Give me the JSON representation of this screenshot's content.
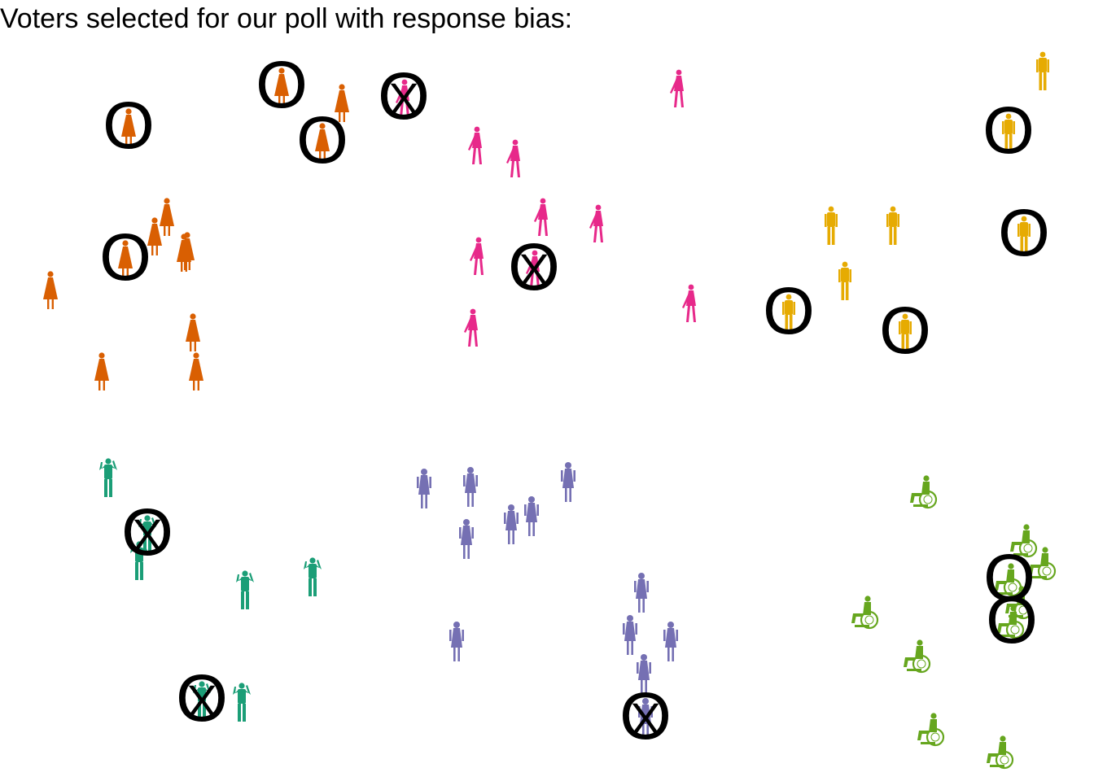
{
  "title": "Voters selected for our poll with response bias:",
  "marker_labels": {
    "responded": "O",
    "refused": "X"
  },
  "groups": [
    {
      "name": "orange-women",
      "figure": "woman-dress",
      "color": "#D95F02"
    },
    {
      "name": "magenta-walkers",
      "figure": "walking-woman",
      "color": "#E7298A"
    },
    {
      "name": "gold-standers",
      "figure": "standing-person",
      "color": "#E6AB02"
    },
    {
      "name": "teal-saluters",
      "figure": "saluting-person",
      "color": "#1B9E77"
    },
    {
      "name": "purple-women",
      "figure": "woman-standing",
      "color": "#7570B3"
    },
    {
      "name": "green-wheelchair",
      "figure": "wheelchair-user",
      "color": "#66A61E"
    }
  ],
  "people": [
    {
      "group": 0,
      "status": "responded"
    },
    {
      "group": 0,
      "status": "none"
    },
    {
      "group": 0,
      "status": "responded"
    },
    {
      "group": 0,
      "status": "responded"
    },
    {
      "group": 0,
      "status": "none"
    },
    {
      "group": 0,
      "status": "none"
    },
    {
      "group": 0,
      "status": "responded"
    },
    {
      "group": 0,
      "status": "none"
    },
    {
      "group": 0,
      "status": "none"
    },
    {
      "group": 0,
      "status": "none"
    },
    {
      "group": 0,
      "status": "none"
    },
    {
      "group": 0,
      "status": "none"
    },
    {
      "group": 0,
      "status": "none"
    },
    {
      "group": 1,
      "status": "refused"
    },
    {
      "group": 1,
      "status": "none"
    },
    {
      "group": 1,
      "status": "none"
    },
    {
      "group": 1,
      "status": "none"
    },
    {
      "group": 1,
      "status": "none"
    },
    {
      "group": 1,
      "status": "none"
    },
    {
      "group": 1,
      "status": "none"
    },
    {
      "group": 1,
      "status": "refused"
    },
    {
      "group": 1,
      "status": "none"
    },
    {
      "group": 1,
      "status": "none"
    },
    {
      "group": 2,
      "status": "none"
    },
    {
      "group": 2,
      "status": "responded"
    },
    {
      "group": 2,
      "status": "responded"
    },
    {
      "group": 2,
      "status": "none"
    },
    {
      "group": 2,
      "status": "none"
    },
    {
      "group": 2,
      "status": "none"
    },
    {
      "group": 2,
      "status": "responded"
    },
    {
      "group": 2,
      "status": "responded"
    },
    {
      "group": 3,
      "status": "none"
    },
    {
      "group": 3,
      "status": "refused"
    },
    {
      "group": 3,
      "status": "none"
    },
    {
      "group": 3,
      "status": "none"
    },
    {
      "group": 3,
      "status": "none"
    },
    {
      "group": 3,
      "status": "refused"
    },
    {
      "group": 3,
      "status": "none"
    },
    {
      "group": 4,
      "status": "none"
    },
    {
      "group": 4,
      "status": "none"
    },
    {
      "group": 4,
      "status": "none"
    },
    {
      "group": 4,
      "status": "none"
    },
    {
      "group": 4,
      "status": "none"
    },
    {
      "group": 4,
      "status": "none"
    },
    {
      "group": 4,
      "status": "none"
    },
    {
      "group": 4,
      "status": "none"
    },
    {
      "group": 4,
      "status": "none"
    },
    {
      "group": 4,
      "status": "none"
    },
    {
      "group": 4,
      "status": "none"
    },
    {
      "group": 4,
      "status": "refused"
    },
    {
      "group": 5,
      "status": "none"
    },
    {
      "group": 5,
      "status": "none"
    },
    {
      "group": 5,
      "status": "none"
    },
    {
      "group": 5,
      "status": "responded"
    },
    {
      "group": 5,
      "status": "none"
    },
    {
      "group": 5,
      "status": "responded"
    },
    {
      "group": 5,
      "status": "none"
    },
    {
      "group": 5,
      "status": "none"
    },
    {
      "group": 5,
      "status": "none"
    },
    {
      "group": 5,
      "status": "none"
    }
  ]
}
